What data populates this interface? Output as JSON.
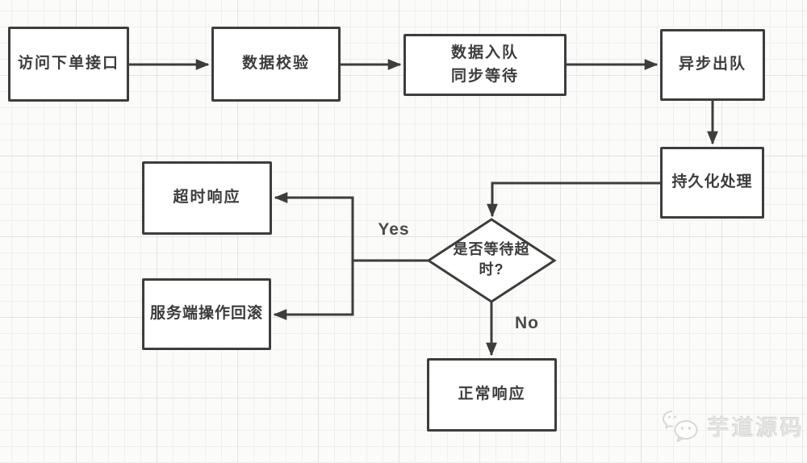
{
  "diagram": {
    "type": "flowchart",
    "nodes": {
      "access_order_api": {
        "label": "访问下单接口",
        "shape": "rect"
      },
      "data_validation": {
        "label": "数据校验",
        "shape": "rect"
      },
      "enqueue_sync_wait": {
        "label": "数据入队\n同步等待",
        "shape": "rect"
      },
      "async_dequeue": {
        "label": "异步出队",
        "shape": "rect"
      },
      "persistence": {
        "label": "持久化处理",
        "shape": "rect"
      },
      "wait_timeout_decision": {
        "label": "是否等待超时?",
        "shape": "diamond"
      },
      "timeout_response": {
        "label": "超时响应",
        "shape": "rect"
      },
      "server_rollback": {
        "label": "服务端操作回滚",
        "shape": "rect"
      },
      "normal_response": {
        "label": "正常响应",
        "shape": "rect"
      }
    },
    "edges": [
      {
        "from": "access_order_api",
        "to": "data_validation"
      },
      {
        "from": "data_validation",
        "to": "enqueue_sync_wait"
      },
      {
        "from": "enqueue_sync_wait",
        "to": "async_dequeue"
      },
      {
        "from": "async_dequeue",
        "to": "persistence"
      },
      {
        "from": "persistence",
        "to": "wait_timeout_decision"
      },
      {
        "from": "wait_timeout_decision",
        "to": "timeout_response",
        "label": "Yes"
      },
      {
        "from": "wait_timeout_decision",
        "to": "server_rollback",
        "label": "Yes"
      },
      {
        "from": "wait_timeout_decision",
        "to": "normal_response",
        "label": "No"
      }
    ],
    "edge_labels": {
      "yes": "Yes",
      "no": "No"
    }
  },
  "watermark": {
    "icon": "wechat-logo-icon",
    "text": "芋道源码"
  },
  "colors": {
    "background": "#fbfbf9",
    "grid_line": "#efefed",
    "grid_line_major": "#e3e3e1",
    "node_fill": "#ffffff",
    "node_border": "#3d3d3d",
    "node_text": "#3c3c3c",
    "connector": "#3d3d3d",
    "edge_label_text": "#4a4a4a",
    "watermark_text": "#d9d9d7"
  }
}
